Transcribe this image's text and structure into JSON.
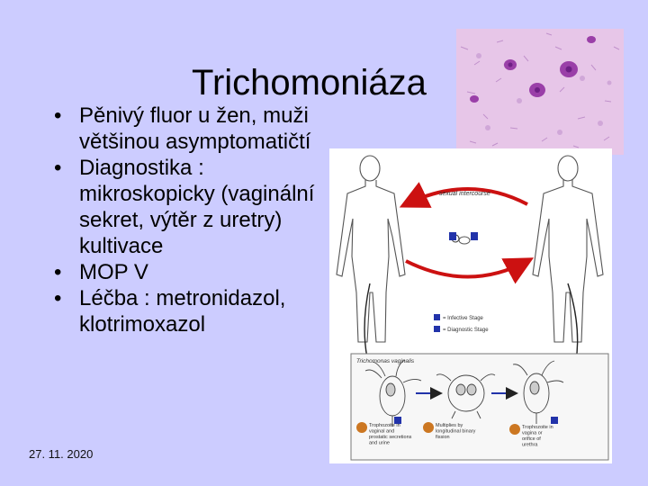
{
  "slide": {
    "title": "Trichomoniáza",
    "bullets": [
      {
        "bullet": "•",
        "text": "Pěnivý fluor u žen, muži většinou asymptomatičtí"
      },
      {
        "bullet": "•",
        "text": "Diagnostika : mikroskopicky (vaginální sekret, výtěr z uretry) kultivace"
      },
      {
        "bullet": "•",
        "text": "MOP V"
      },
      {
        "bullet": "•",
        "text": "Léčba : metronidazol, klotrimoxazol"
      }
    ],
    "date": "27. 11. 2020"
  },
  "lifecycle": {
    "top_label": "sexual intercourse",
    "legend_infective": "= Infective Stage",
    "legend_diagnostic": "= Diagnostic Stage",
    "box_title": "Trichomonas vaginalis",
    "step1": "Trophozoite in vaginal and prostatic secretions and urine",
    "step2": "Multiplies by longitudinal binary fission",
    "step3": "Trophozoite in vagina or orifice of urethra"
  },
  "colors": {
    "background": "#ccccff",
    "arrow_red": "#cc1111",
    "stain_purple": "#9a3fa8",
    "stain_bg": "#e6c3e6"
  }
}
